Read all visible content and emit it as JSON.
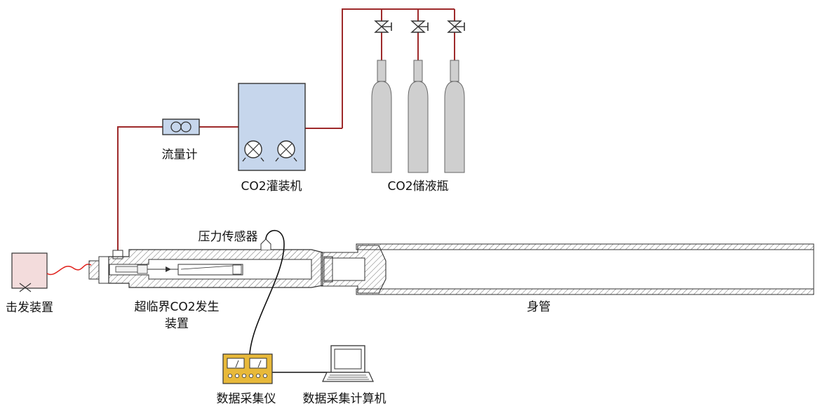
{
  "colors": {
    "pipe": "#9e2a2b",
    "cable": "#111111",
    "trigger_cable": "#e0201b",
    "filling_machine": "#c6d6ec",
    "flowmeter": "#c6d6ec",
    "trigger_box": "#f3dcdc",
    "daq_body": "#e8b93a",
    "hatch": "#555555"
  },
  "labels": {
    "flowmeter": "流量计",
    "filling_machine": "CO2灌装机",
    "bottles": "CO2储液瓶",
    "pressure_sensor": "压力传感器",
    "trigger": "击发装置",
    "generator_line1": "超临界CO2发生",
    "generator_line2": "装置",
    "barrel": "身管",
    "daq": "数据采集仪",
    "computer": "数据采集计算机"
  },
  "icons": {
    "valve": "needle-valve-icon",
    "bottle": "gas-cylinder-icon",
    "pump": "pump-icon",
    "computer": "laptop-icon"
  }
}
